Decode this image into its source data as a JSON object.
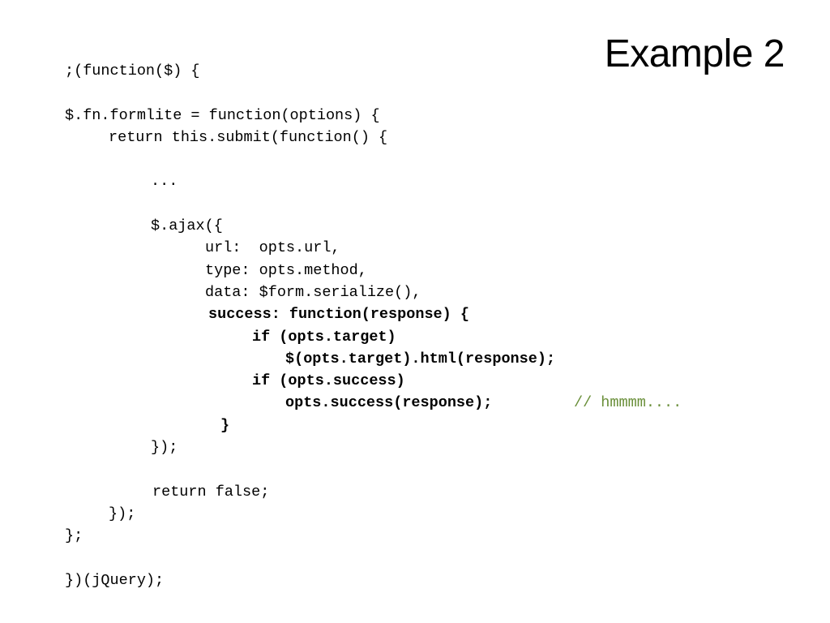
{
  "slide": {
    "title": "Example 2"
  },
  "code": {
    "comment_color": "#6a8f3a",
    "lines": [
      {
        "indent": 0,
        "segments": [
          {
            "text": ";(function($) {",
            "style": "normal"
          }
        ]
      },
      {
        "indent": 0,
        "segments": []
      },
      {
        "indent": 0,
        "segments": [
          {
            "text": "$.fn.formlite = function(options) {",
            "style": "normal"
          }
        ]
      },
      {
        "indent": 54,
        "segments": [
          {
            "text": "return this.submit(function() {",
            "style": "normal"
          }
        ]
      },
      {
        "indent": 0,
        "segments": []
      },
      {
        "indent": 106,
        "segments": [
          {
            "text": "...",
            "style": "normal"
          }
        ]
      },
      {
        "indent": 0,
        "segments": []
      },
      {
        "indent": 106,
        "segments": [
          {
            "text": "$.ajax({",
            "style": "normal"
          }
        ]
      },
      {
        "indent": 173,
        "segments": [
          {
            "text": "url:  opts.url,",
            "style": "normal"
          }
        ]
      },
      {
        "indent": 173,
        "segments": [
          {
            "text": "type: opts.method,",
            "style": "normal"
          }
        ]
      },
      {
        "indent": 173,
        "segments": [
          {
            "text": "data: $form.serialize(),",
            "style": "normal"
          }
        ]
      },
      {
        "indent": 177,
        "segments": [
          {
            "text": "success: function(response) {",
            "style": "bold"
          }
        ]
      },
      {
        "indent": 231,
        "segments": [
          {
            "text": "if (opts.target)",
            "style": "bold"
          }
        ]
      },
      {
        "indent": 272,
        "segments": [
          {
            "text": "$(opts.target).html(response);",
            "style": "bold"
          }
        ]
      },
      {
        "indent": 231,
        "segments": [
          {
            "text": "if (opts.success)",
            "style": "bold"
          }
        ]
      },
      {
        "indent": 272,
        "segments": [
          {
            "text": "opts.success(response);",
            "style": "bold"
          },
          {
            "text": "// hmmmm....",
            "style": "comment",
            "offset": 628
          }
        ]
      },
      {
        "indent": 192,
        "segments": [
          {
            "text": "}",
            "style": "bold"
          }
        ]
      },
      {
        "indent": 106,
        "segments": [
          {
            "text": "});",
            "style": "normal"
          }
        ]
      },
      {
        "indent": 0,
        "segments": []
      },
      {
        "indent": 108,
        "segments": [
          {
            "text": "return false;",
            "style": "normal"
          }
        ]
      },
      {
        "indent": 54,
        "segments": [
          {
            "text": "});",
            "style": "normal"
          }
        ]
      },
      {
        "indent": 0,
        "segments": [
          {
            "text": "};",
            "style": "normal"
          }
        ]
      },
      {
        "indent": 0,
        "segments": []
      },
      {
        "indent": 0,
        "segments": [
          {
            "text": "})(jQuery);",
            "style": "normal"
          }
        ]
      }
    ]
  }
}
